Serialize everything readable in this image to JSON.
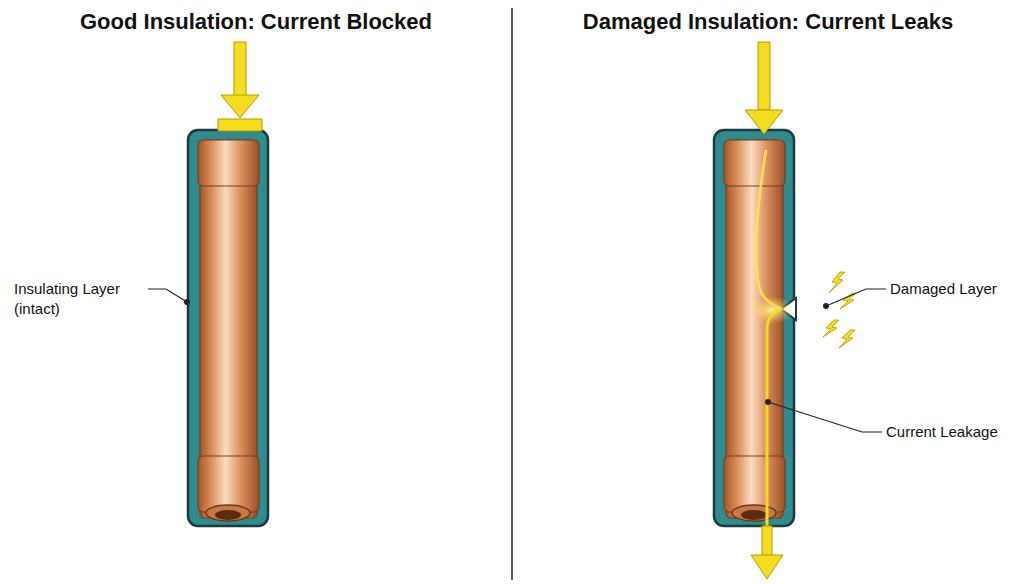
{
  "diagram": {
    "labels": [
      "Good Insulation: Current Blocked",
      "Damaged Insulation: Current Leaks",
      "Insulating Layer (intact)",
      "Damaged Layer",
      "Current Leakage"
    ]
  }
}
